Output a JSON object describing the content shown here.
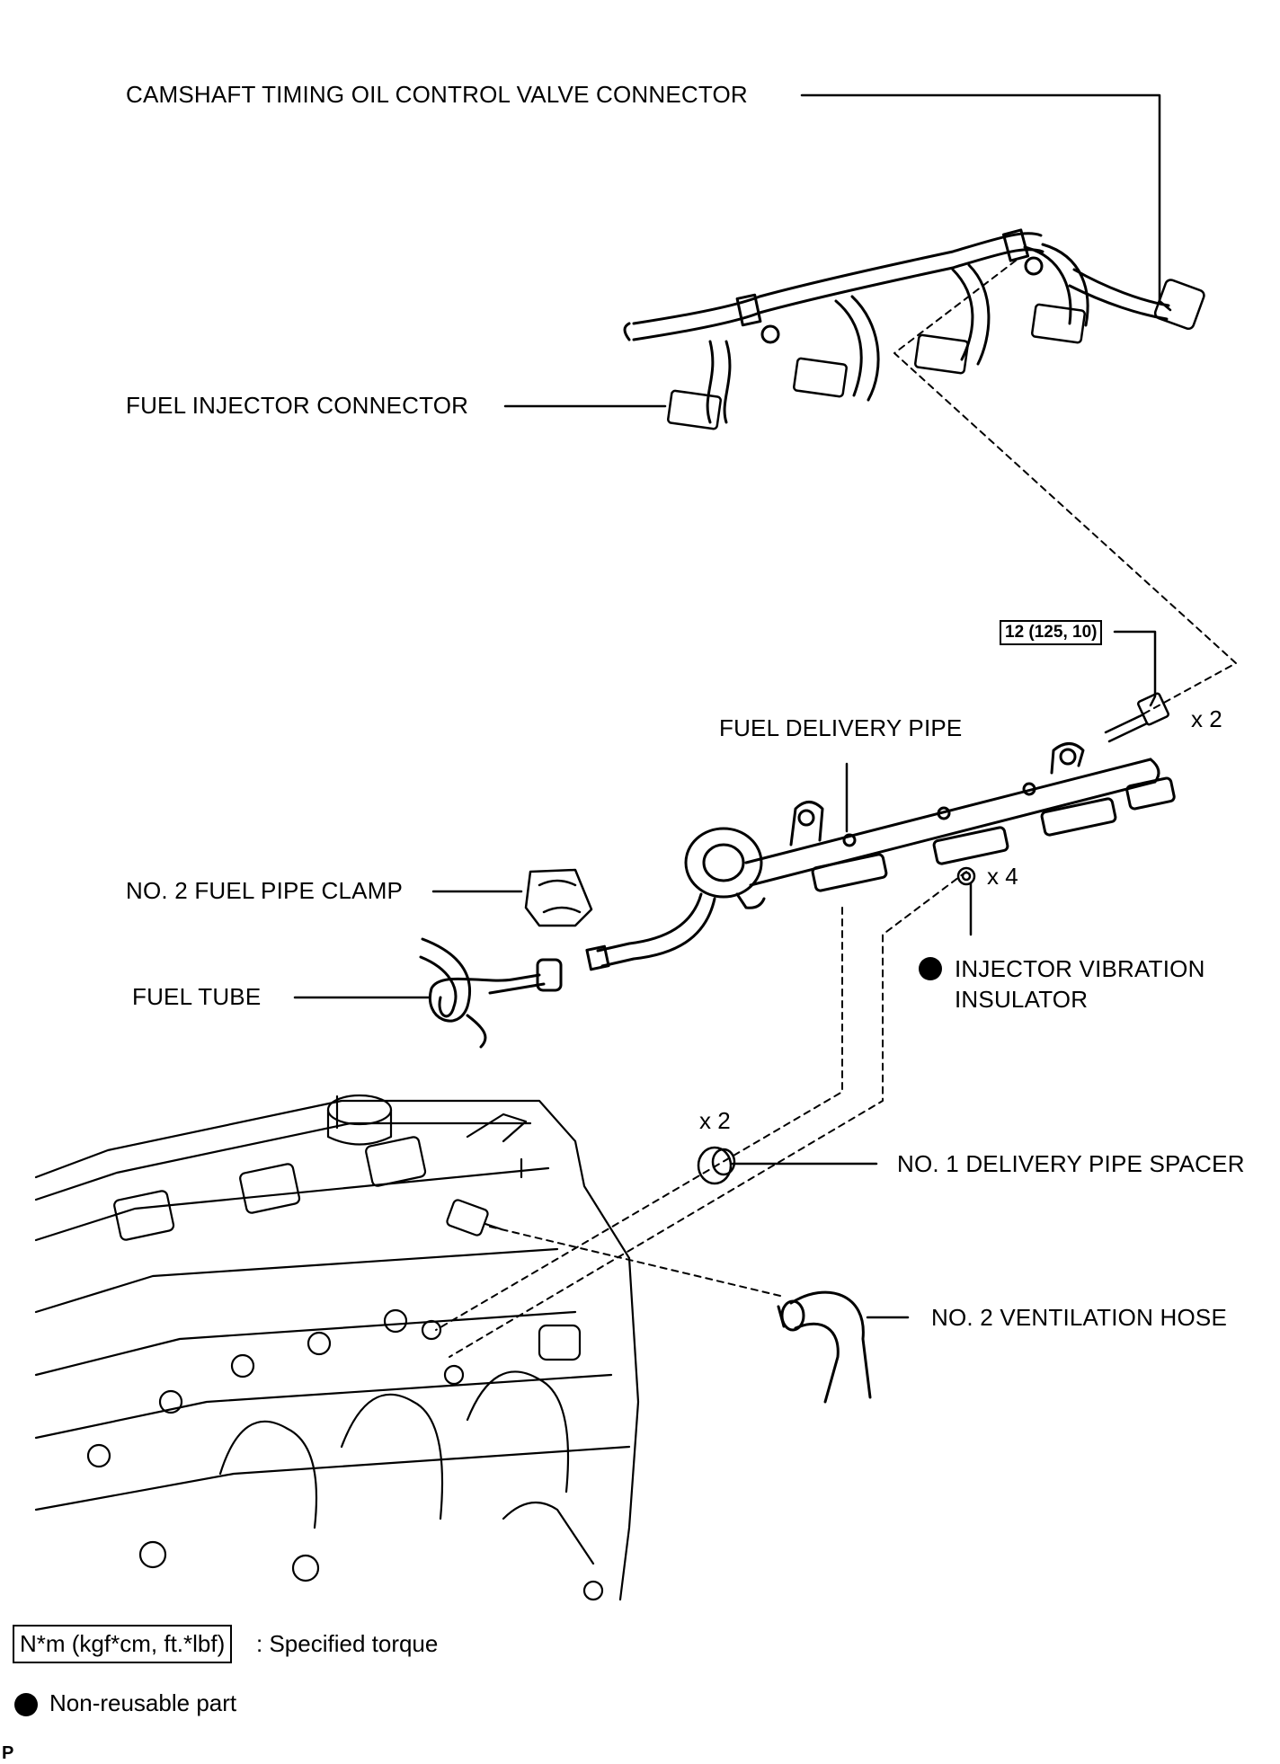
{
  "labels": {
    "camshaft_connector": "CAMSHAFT TIMING OIL CONTROL VALVE CONNECTOR",
    "fuel_injector_connector": "FUEL INJECTOR CONNECTOR",
    "fuel_delivery_pipe": "FUEL DELIVERY PIPE",
    "no2_fuel_pipe_clamp": "NO. 2 FUEL PIPE CLAMP",
    "fuel_tube": "FUEL TUBE",
    "injector_vibration_insulator_line1": "INJECTOR VIBRATION",
    "injector_vibration_insulator_line2": "INSULATOR",
    "no1_delivery_pipe_spacer": "NO. 1 DELIVERY PIPE SPACER",
    "no2_ventilation_hose": "NO. 2 VENTILATION HOSE"
  },
  "quantities": {
    "bolt": "x 2",
    "insulator": "x 4",
    "spacer": "x 2"
  },
  "torque": {
    "bolt_spec": "12 (125, 10)"
  },
  "legend": {
    "torque_box": "N*m (kgf*cm, ft.*lbf)",
    "torque_desc": ": Specified torque",
    "non_reusable": "Non-reusable part"
  },
  "corner_mark": "P"
}
